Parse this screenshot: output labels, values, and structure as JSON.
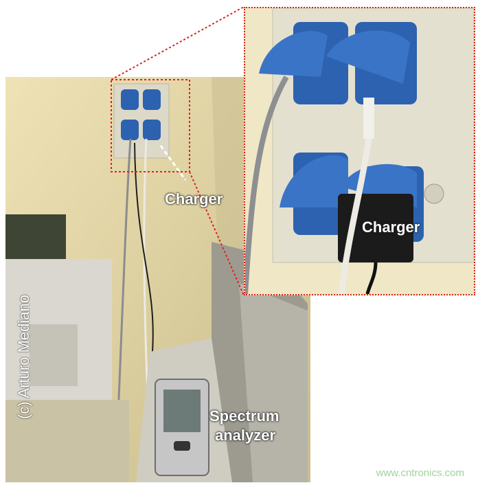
{
  "labels": {
    "charger_main": "Charger",
    "charger_zoom": "Charger",
    "spectrum_line1": "Spectrum",
    "spectrum_line2": "analyzer"
  },
  "credit": "(c) Arturo Mediano",
  "watermark": "www.cntronics.com",
  "colors": {
    "wall": "#e7d9a6",
    "socket_blue": "#2c62b0",
    "highlight_red": "#e02020",
    "watermark_green": "#9fd39a"
  }
}
